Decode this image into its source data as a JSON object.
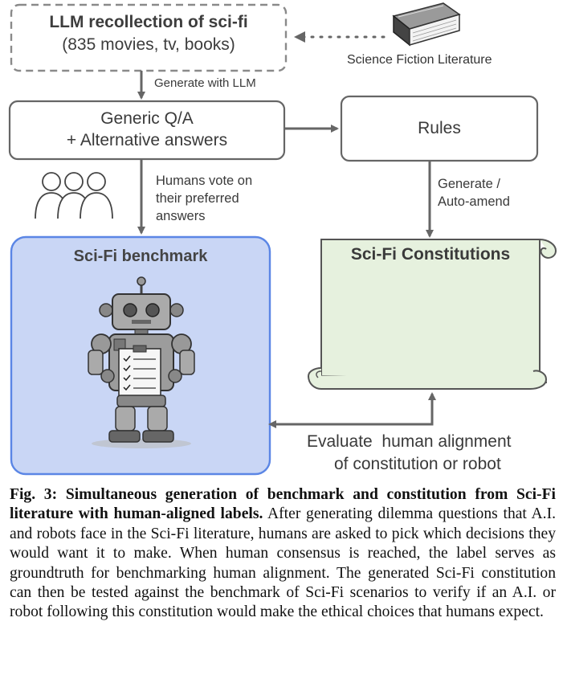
{
  "nodes": {
    "llm_title": "LLM recollection of sci-fi",
    "llm_sub": "(835 movies, tv, books)",
    "literature_label": "Science Fiction Literature",
    "generic_line1": "Generic Q/A",
    "generic_line2": "+ Alternative answers",
    "rules": "Rules",
    "benchmark": "Sci-Fi benchmark",
    "constitutions": "Sci-Fi Constitutions"
  },
  "edges": {
    "generate_llm": "Generate with LLM",
    "humans_vote_1": "Humans vote on",
    "humans_vote_2": "their preferred",
    "humans_vote_3": "answers",
    "generate_amend_1": "Generate /",
    "generate_amend_2": "Auto-amend",
    "evaluate_1": "Evaluate  human alignment",
    "evaluate_2": "of constitution or robot"
  },
  "colors": {
    "benchmark_fill": "#c9d6f5",
    "benchmark_border": "#5b86e5",
    "scroll_fill": "#e6f1de",
    "stroke": "#666666"
  },
  "caption": {
    "bold": "Fig. 3: Simultaneous generation of benchmark and constitution from Sci-Fi literature with human-aligned labels.",
    "body": " After generating dilemma questions that A.I. and robots face in the Sci-Fi literature, humans are asked to pick which decisions they would want it to make. When human consensus is reached, the label serves as groundtruth for benchmarking human alignment. The generated Sci-Fi constitution can then be tested against the benchmark of Sci-Fi scenarios to verify if an A.I. or robot following this constitution would make the ethical choices that humans expect."
  }
}
